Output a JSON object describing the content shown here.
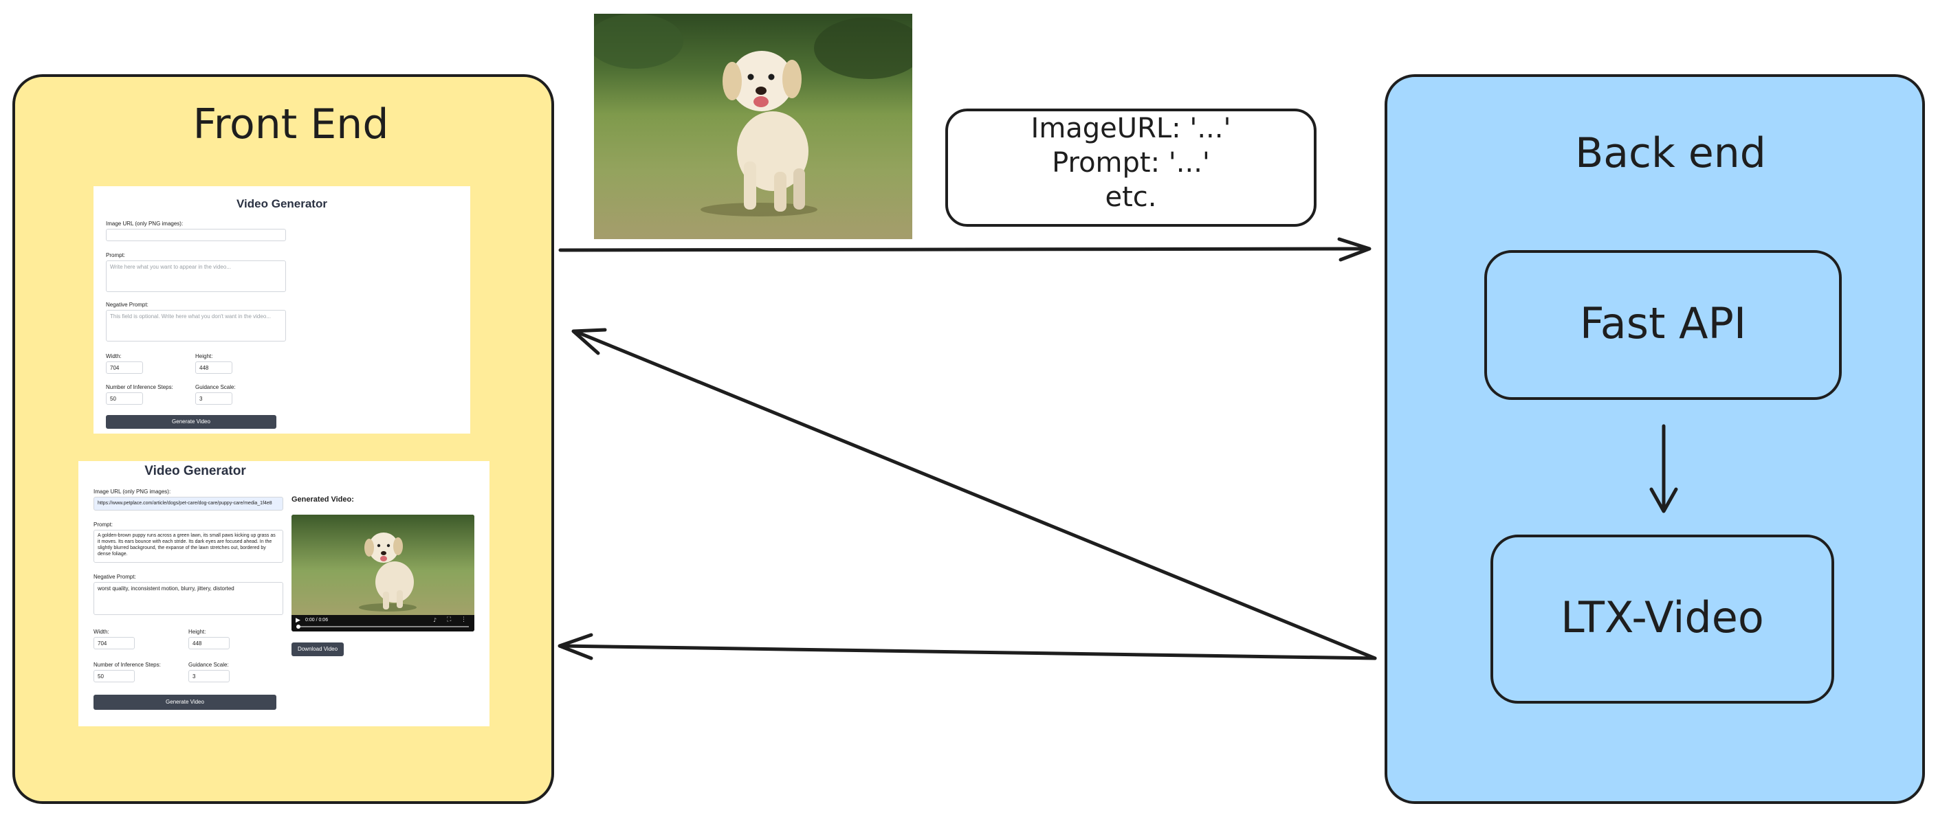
{
  "frontend": {
    "title": "Front End",
    "form1": {
      "title": "Video Generator",
      "image_url_label": "Image URL (only PNG images):",
      "prompt_label": "Prompt:",
      "prompt_placeholder": "Write here what you want to appear in the video...",
      "negative_label": "Negative Prompt:",
      "negative_placeholder": "This field is optional. Write here what you don't want in the video...",
      "width_label": "Width:",
      "width_value": "704",
      "height_label": "Height:",
      "height_value": "448",
      "steps_label": "Number of Inference Steps:",
      "steps_value": "50",
      "guidance_label": "Guidance Scale:",
      "guidance_value": "3",
      "button": "Generate Video"
    },
    "form2": {
      "title": "Video Generator",
      "image_url_label": "Image URL (only PNG images):",
      "image_url_value": "https://www.petplace.com/article/dogs/pet-care/dog-care/puppy-care/media_1f4e8",
      "prompt_label": "Prompt:",
      "prompt_value": "A golden-brown puppy runs across a green lawn, its small paws kicking up grass as it moves. Its ears bounce with each stride. Its dark eyes are focused ahead. In the slightly blurred background, the expanse of the lawn stretches out, bordered by dense foliage.",
      "negative_label": "Negative Prompt:",
      "negative_value": "worst quality, inconsistent motion, blurry, jittery, distorted",
      "width_label": "Width:",
      "width_value": "704",
      "height_label": "Height:",
      "height_value": "448",
      "steps_label": "Number of Inference Steps:",
      "steps_value": "50",
      "guidance_label": "Guidance Scale:",
      "guidance_value": "3",
      "button": "Generate Video",
      "generated_label": "Generated Video:",
      "video_time": "0:00 / 0:06",
      "download_button": "Download Video"
    }
  },
  "request": {
    "line1": "ImageURL: '...'",
    "line2": "Prompt: '...'",
    "line3": "etc."
  },
  "backend": {
    "title": "Back end",
    "fastapi": "Fast API",
    "ltx": "LTX-Video"
  },
  "colors": {
    "frontend_fill": "#ffec99",
    "backend_fill": "#a5d8ff",
    "stroke": "#1e1e1e",
    "button": "#3f4653"
  }
}
